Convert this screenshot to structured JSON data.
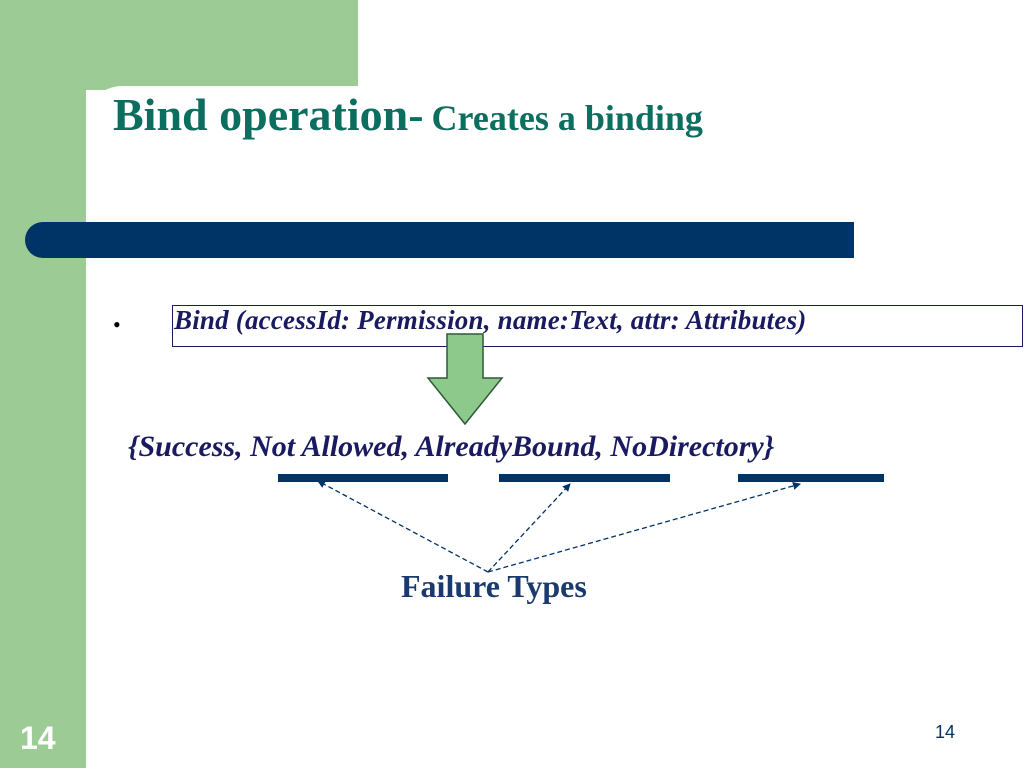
{
  "title": {
    "main": "Bind operation-",
    "sub": "Creates a binding"
  },
  "bullet_glyph": "•",
  "signature": "Bind (accessId: Permission, name:Text, attr: Attributes)",
  "results": "{Success, Not Allowed, AlreadyBound, NoDirectory}",
  "annotation_label": "Failure Types",
  "corner_number": "14",
  "page_number": "14",
  "colors": {
    "green_band": "#9dcb95",
    "title_teal": "#0b6e5e",
    "navy": "#003366",
    "text_navy": "#1a1a60",
    "arrow_fill": "#8cc98a"
  }
}
